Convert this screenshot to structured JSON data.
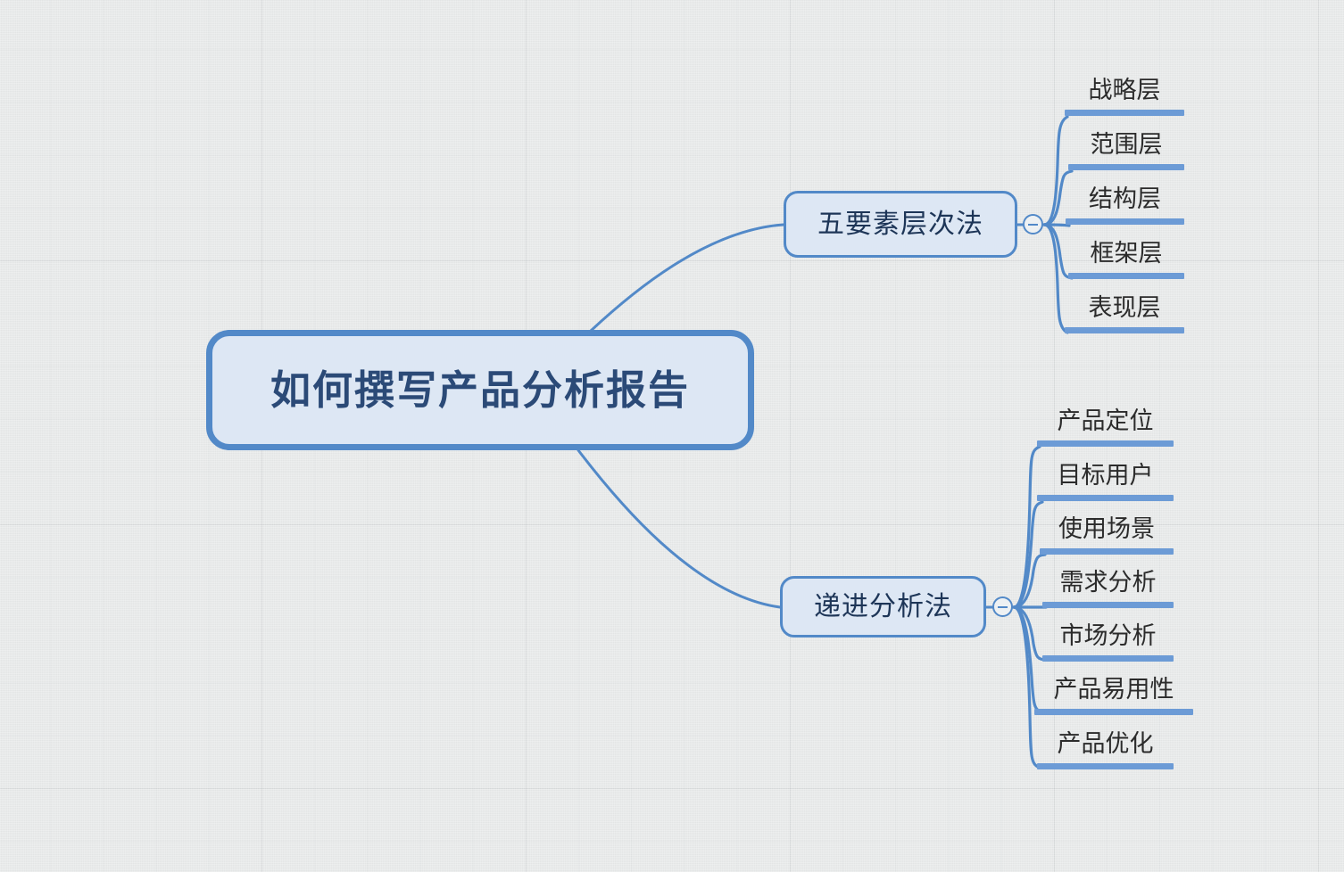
{
  "canvas": {
    "background_color": "#e7e9e9",
    "grid": true,
    "accent_color": "#5289c8",
    "node_fill_color": "#dde7f4",
    "node_text_color": "#1d3557",
    "root_text_color": "#2b4a77",
    "leaf_text_color": "#2b2b2b",
    "leaf_bar_color": "#6c9bd6"
  },
  "mindmap": {
    "root": {
      "label": "如何撰写产品分析报告"
    },
    "branches": [
      {
        "label": "五要素层次法",
        "collapse_icon": "minus-circle-icon",
        "expanded": true,
        "children": [
          {
            "label": "战略层"
          },
          {
            "label": "范围层"
          },
          {
            "label": "结构层"
          },
          {
            "label": "框架层"
          },
          {
            "label": "表现层"
          }
        ]
      },
      {
        "label": "递进分析法",
        "collapse_icon": "minus-circle-icon",
        "expanded": true,
        "children": [
          {
            "label": "产品定位"
          },
          {
            "label": "目标用户"
          },
          {
            "label": "使用场景"
          },
          {
            "label": "需求分析"
          },
          {
            "label": "市场分析"
          },
          {
            "label": "产品易用性"
          },
          {
            "label": "产品优化"
          }
        ]
      }
    ]
  }
}
